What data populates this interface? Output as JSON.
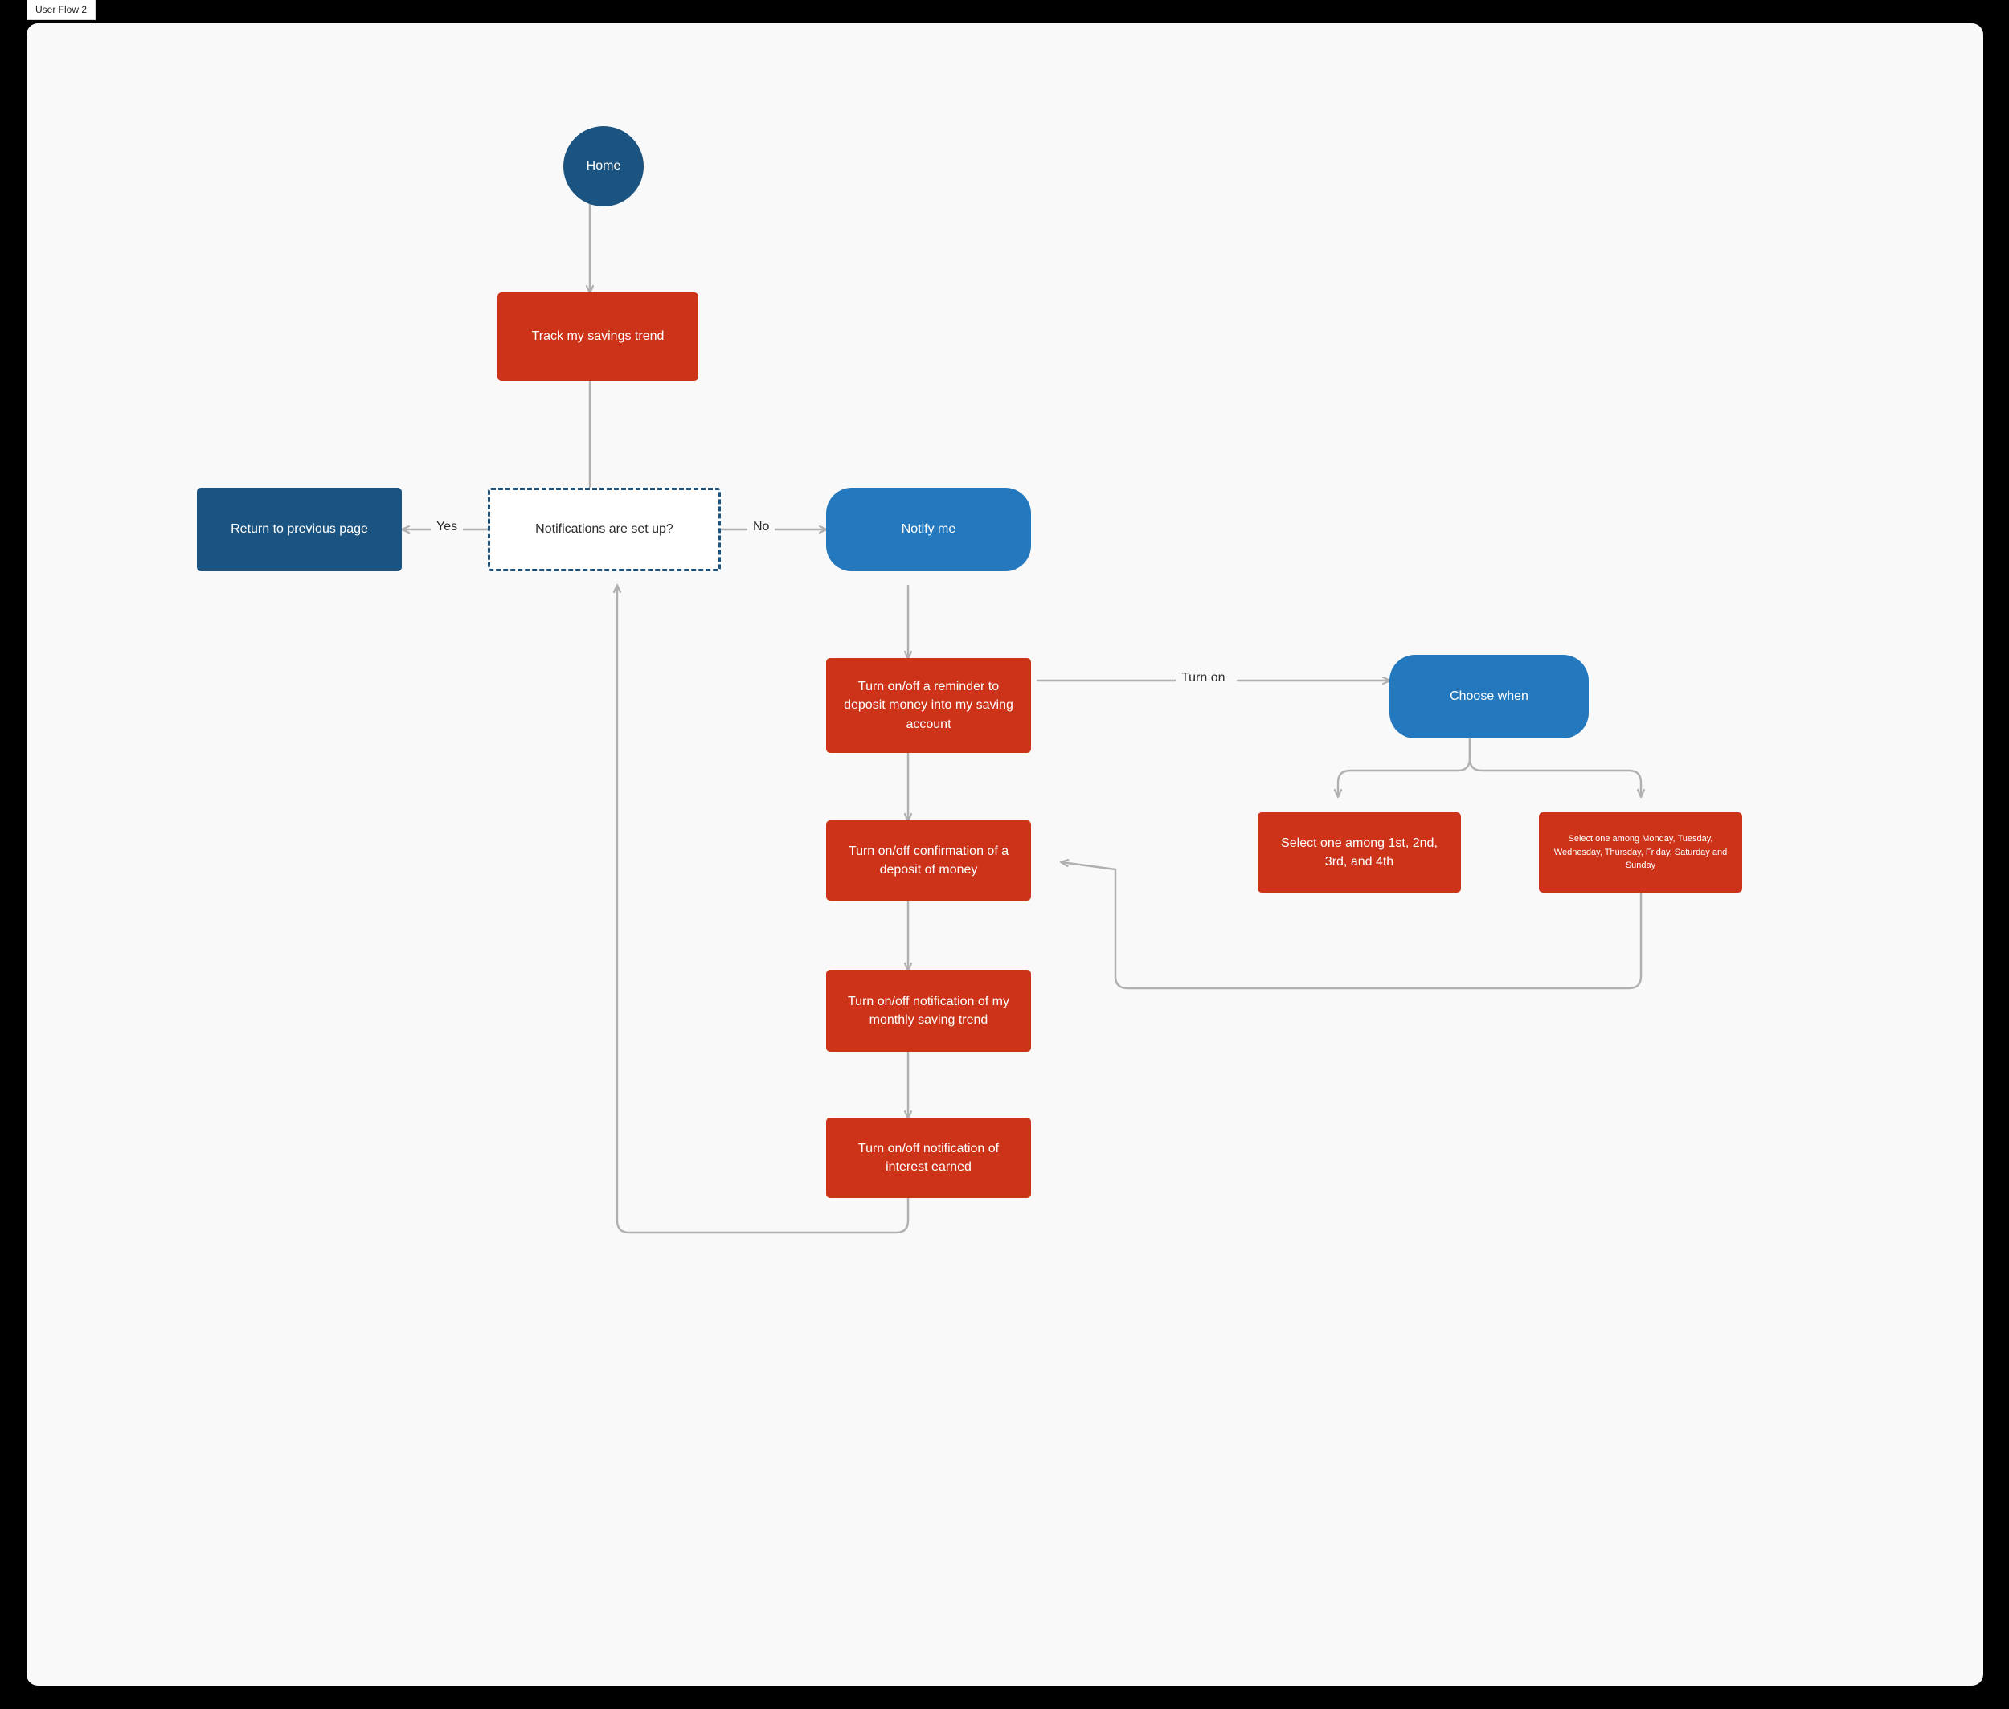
{
  "window": {
    "background_color": "#000000"
  },
  "tabs": [
    {
      "label": "User Flow 2",
      "active": true
    }
  ],
  "canvas": {
    "background_color": "#f9f9f9"
  },
  "palette": {
    "dark_blue": "#1B5480",
    "light_blue": "#2478BD",
    "red": "#CC3318",
    "edge_gray": "#B0B0B0",
    "text_dark": "#2b2b2b",
    "text_light": "#ffffff"
  },
  "nodes": {
    "home": {
      "label": "Home",
      "shape": "circle",
      "color": "#1B5480"
    },
    "track_savings": {
      "label": "Track my savings trend",
      "shape": "rect",
      "color": "#CC3318"
    },
    "decision_notifications": {
      "label": "Notifications are set up?",
      "shape": "decision",
      "color": "#ffffff"
    },
    "return_previous": {
      "label": "Return to previous page",
      "shape": "rect",
      "color": "#1B5480"
    },
    "notify_me": {
      "label": "Notify me",
      "shape": "rounded",
      "color": "#2478BD"
    },
    "reminder_deposit": {
      "label": "Turn on/off a reminder to deposit money into my saving account",
      "shape": "rect",
      "color": "#CC3318"
    },
    "confirm_deposit": {
      "label": "Turn on/off confirmation of a deposit of money",
      "shape": "rect",
      "color": "#CC3318"
    },
    "monthly_trend": {
      "label": "Turn on/off notification of my monthly saving trend",
      "shape": "rect",
      "color": "#CC3318"
    },
    "interest_earned": {
      "label": "Turn on/off notification of interest earned",
      "shape": "rect",
      "color": "#CC3318"
    },
    "choose_when": {
      "label": "Choose when",
      "shape": "rounded",
      "color": "#2478BD"
    },
    "select_week_ordinal": {
      "label": "Select one among 1st, 2nd, 3rd, and 4th",
      "shape": "rect",
      "color": "#CC3318"
    },
    "select_weekday": {
      "label": "Select one among Monday, Tuesday, Wednesday, Thursday, Friday, Saturday and Sunday",
      "shape": "rect",
      "color": "#CC3318"
    }
  },
  "edge_labels": {
    "yes": "Yes",
    "no": "No",
    "turn_on": "Turn on"
  }
}
